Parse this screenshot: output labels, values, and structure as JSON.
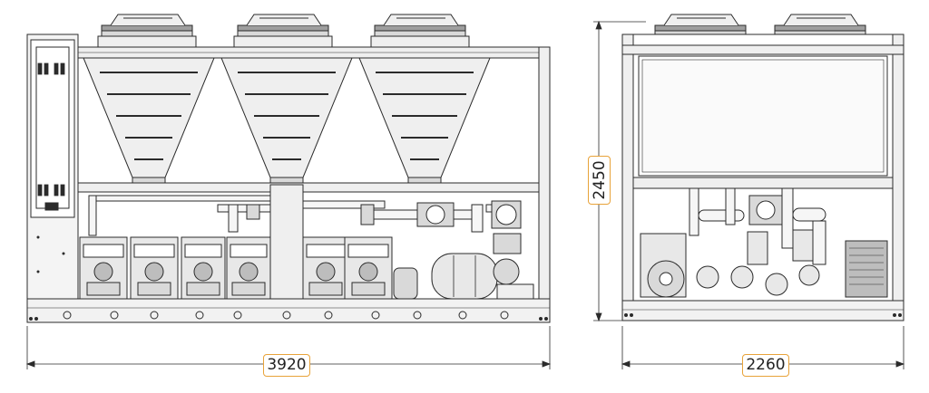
{
  "dimensions": {
    "front_width": "3920",
    "side_width": "2260",
    "side_height": "2450"
  },
  "colors": {
    "line": "#2b2b2b",
    "fill_light": "#efefef",
    "fill_mid": "#d9d9d9",
    "fill_dark": "#bdbdbd",
    "highlight": "#e8a33a"
  }
}
